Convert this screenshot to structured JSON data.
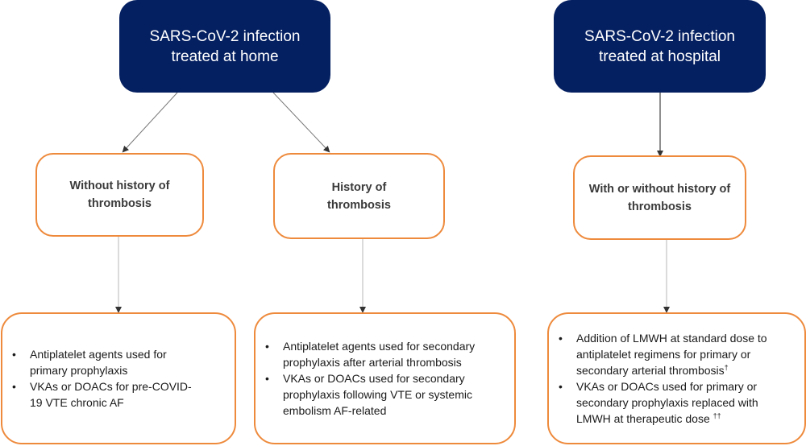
{
  "top_boxes": [
    {
      "line1": "SARS-CoV-2 infection",
      "line2": "treated at home"
    },
    {
      "line1": "SARS-CoV-2 infection",
      "line2": "treated at hospital"
    }
  ],
  "middle_boxes": [
    {
      "line1": "Without history of",
      "line2": "thrombosis"
    },
    {
      "line1": "History of",
      "line2": "thrombosis"
    },
    {
      "line1": "With or without history of",
      "line2": "thrombosis"
    }
  ],
  "bottom_boxes": [
    {
      "items": [
        {
          "text": "Antiplatelet agents used for primary prophylaxis",
          "sup": ""
        },
        {
          "text": "VKAs or DOACs for pre-COVID-19 VTE chronic AF",
          "sup": ""
        }
      ]
    },
    {
      "items": [
        {
          "text": "Antiplatelet agents used for secondary prophylaxis after arterial thrombosis",
          "sup": ""
        },
        {
          "text": "VKAs or DOACs used for secondary prophylaxis following VTE or systemic embolism AF-related",
          "sup": ""
        }
      ]
    },
    {
      "items": [
        {
          "text": "Addition of LMWH at standard dose to antiplatelet regimens for primary or secondary arterial thrombosis",
          "sup": "†"
        },
        {
          "text": "VKAs or DOACs used for primary or secondary prophylaxis replaced with LMWH at therapeutic dose ",
          "sup": "††"
        }
      ]
    }
  ],
  "colors": {
    "top_fill": "#052061",
    "box_border": "#ee8a3c",
    "arrow": "#333333",
    "connector_light": "#c8c8c8"
  }
}
